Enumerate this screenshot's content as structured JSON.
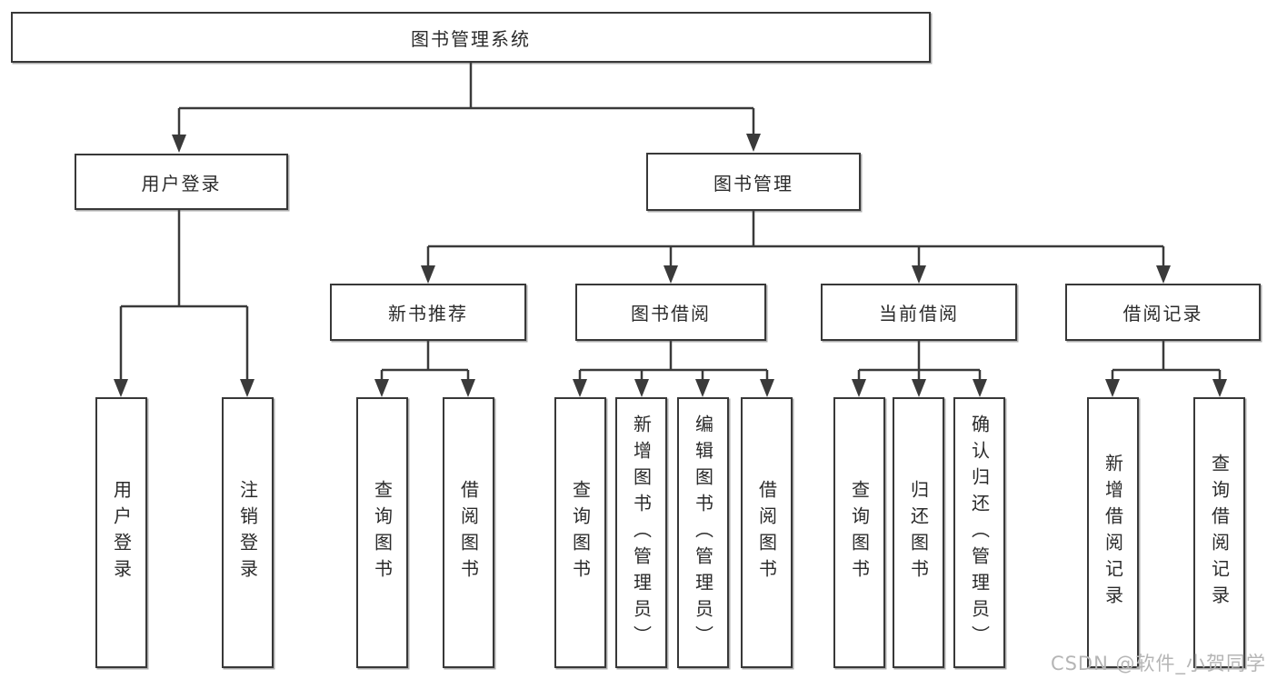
{
  "diagram": {
    "root": {
      "label": "图书管理系统"
    },
    "branches": [
      {
        "label": "用户登录",
        "children": [
          "用户登录",
          "注销登录"
        ]
      },
      {
        "label": "图书管理",
        "children": [
          {
            "label": "新书推荐",
            "children": [
              "查询图书",
              "借阅图书"
            ]
          },
          {
            "label": "图书借阅",
            "children": [
              "查询图书",
              "新增图书（管理员）",
              "编辑图书（管理员）",
              "借阅图书"
            ]
          },
          {
            "label": "当前借阅",
            "children": [
              "查询图书",
              "归还图书",
              "确认归还（管理员）"
            ]
          },
          {
            "label": "借阅记录",
            "children": [
              "新增借阅记录",
              "查询借阅记录"
            ]
          }
        ]
      }
    ]
  },
  "watermark": {
    "text": "CSDN @软件_小贺同学"
  },
  "colors": {
    "line": "#3a3a3a",
    "node_border": "#383838",
    "node_text": "#2b2b2b",
    "watermark": "#b5b5b5",
    "background": "#ffffff"
  }
}
